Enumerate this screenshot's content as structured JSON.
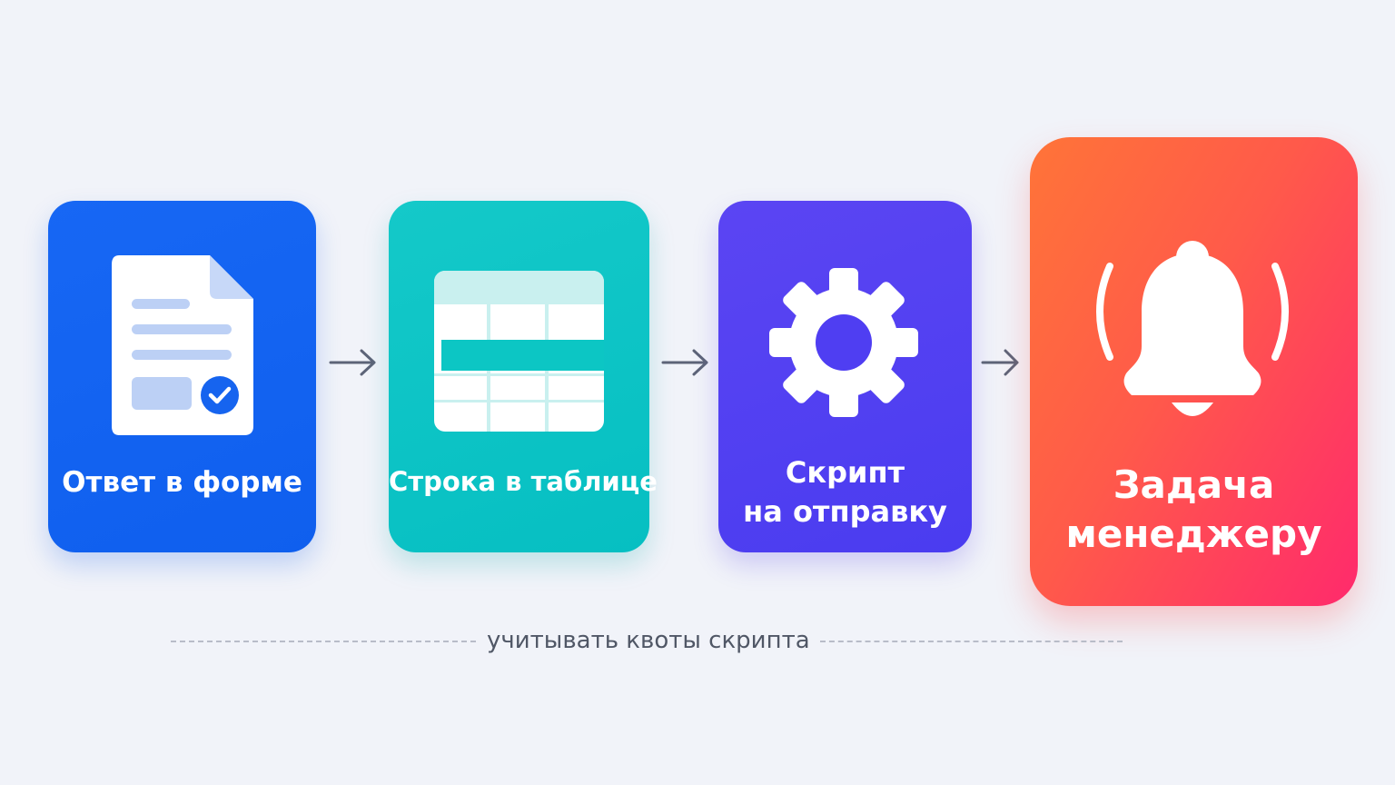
{
  "steps": [
    {
      "label": "Ответ в форме",
      "icon": "form-document-check-icon"
    },
    {
      "label": "Строка в таблице",
      "icon": "spreadsheet-row-icon"
    },
    {
      "label_lines": [
        "Скрипт",
        "на отправку"
      ],
      "icon": "gear-icon"
    },
    {
      "label_lines": [
        "Задача",
        "менеджеру"
      ],
      "icon": "bell-icon"
    }
  ],
  "connector_icon": "arrow-right-icon",
  "footnote": "учитывать квоты скрипта",
  "colors": {
    "background": "#f1f3f9",
    "form_card": "#1767f4",
    "sheet_card": "#0fc5c6",
    "script_card": "#523ff2",
    "task_card_start": "#ff7438",
    "task_card_end": "#ff2a6c",
    "arrow": "#5d6478",
    "footnote_text": "#505766"
  }
}
